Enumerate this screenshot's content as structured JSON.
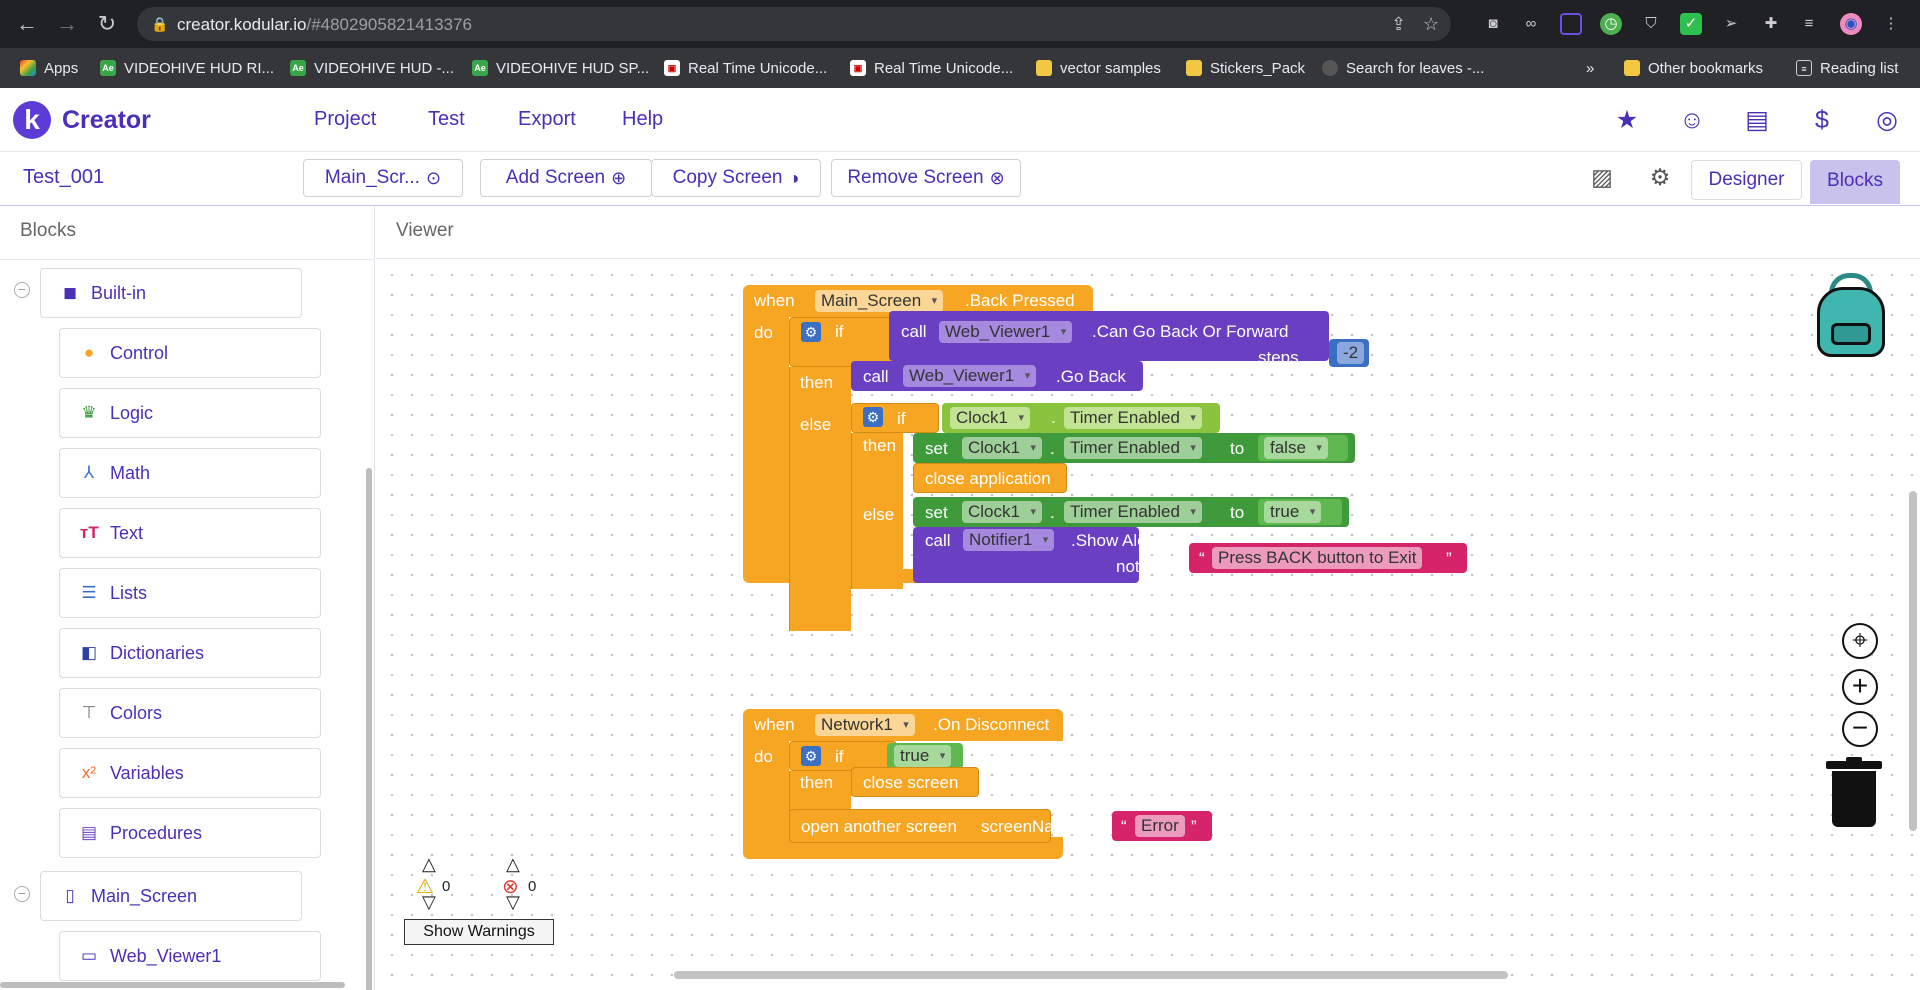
{
  "browser": {
    "url_host": "creator.kodular.io",
    "url_path": "/#4802905821413376",
    "bookmarks": [
      {
        "label": "Apps"
      },
      {
        "label": "VIDEOHIVE HUD RI..."
      },
      {
        "label": "VIDEOHIVE HUD -..."
      },
      {
        "label": "VIDEOHIVE HUD SP..."
      },
      {
        "label": "Real Time Unicode..."
      },
      {
        "label": "Real Time Unicode..."
      },
      {
        "label": "vector samples"
      },
      {
        "label": "Stickers_Pack"
      },
      {
        "label": "Search for leaves -..."
      }
    ],
    "other_bookmarks": "Other bookmarks",
    "reading_list": "Reading list",
    "more": "»"
  },
  "app": {
    "logo_letter": "k",
    "name": "Creator",
    "menu": [
      "Project",
      "Test",
      "Export",
      "Help"
    ]
  },
  "toolbar": {
    "project_name": "Test_001",
    "screen_select": "Main_Scr...",
    "add_screen": "Add Screen",
    "copy_screen": "Copy Screen",
    "remove_screen": "Remove Screen",
    "designer": "Designer",
    "blocks": "Blocks"
  },
  "blocks_panel": {
    "title": "Blocks",
    "builtin": "Built-in",
    "items": [
      "Control",
      "Logic",
      "Math",
      "Text",
      "Lists",
      "Dictionaries",
      "Colors",
      "Variables",
      "Procedures"
    ],
    "screen": "Main_Screen",
    "components": [
      "Web_Viewer1"
    ]
  },
  "viewer": {
    "title": "Viewer",
    "block1": {
      "when": "when",
      "component": "Main_Screen",
      "event": ".Back Pressed",
      "do": "do",
      "if": "if",
      "call": "call",
      "web_viewer": "Web_Viewer1",
      "method1": ".Can Go Back Or Forward",
      "steps": "steps",
      "steps_value": "-2",
      "then": "then",
      "method2": ".Go Back",
      "else": "else",
      "clock": "Clock1",
      "dot": ".",
      "prop": "Timer Enabled",
      "set": "set",
      "to": "to",
      "false": "false",
      "true": "true",
      "close_app": "close application",
      "notifier": "Notifier1",
      "show_alert": ".Show Alert",
      "notice": "notice",
      "quote_open": "“",
      "quote_close": "”",
      "alert_text": "Press BACK button to Exit"
    },
    "block2": {
      "when": "when",
      "component": "Network1",
      "event": ".On Disconnect",
      "do": "do",
      "if": "if",
      "true": "true",
      "then": "then",
      "close_screen": "close screen",
      "open_screen": "open another screen",
      "screen_name": "screenName",
      "error_text": "Error"
    },
    "warnings_count": "0",
    "errors_count": "0",
    "show_warnings": "Show Warnings"
  },
  "colors": {
    "brand": "#4a2fb7",
    "event_block": "#f6a623",
    "call_block": "#6a3fc1",
    "setter_block": "#3f9a3b",
    "getter_block": "#8ac43f",
    "text_block": "#d6246b"
  }
}
